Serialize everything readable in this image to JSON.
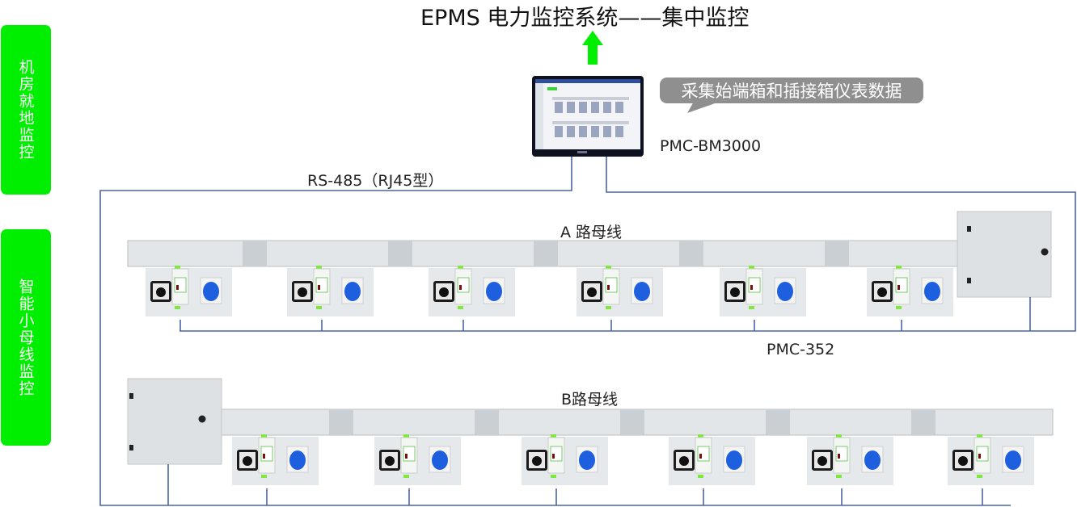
{
  "title": "EPMS 电力监控系统——集中监控",
  "side_labels": [
    {
      "text": "机房就地监控"
    },
    {
      "text": "智能小母线监控"
    }
  ],
  "bubble": {
    "text": "采集始端箱和插接箱仪表数据"
  },
  "labels": {
    "host_model": "PMC-BM3000",
    "comm": "RS-485（RJ45型）",
    "busway_a": "A 路母线",
    "busway_b": "B路母线",
    "meter_model": "PMC-352"
  },
  "colors": {
    "accent_green": "#00ee00",
    "wire_blue": "#4a64a8",
    "bubble_gray": "#8f8f8f",
    "socket_blue": "#1e5fe0"
  },
  "busways": [
    {
      "name": "A",
      "tap_boxes": 6,
      "feeder_box_side": "right"
    },
    {
      "name": "B",
      "tap_boxes": 6,
      "feeder_box_side": "left"
    }
  ]
}
